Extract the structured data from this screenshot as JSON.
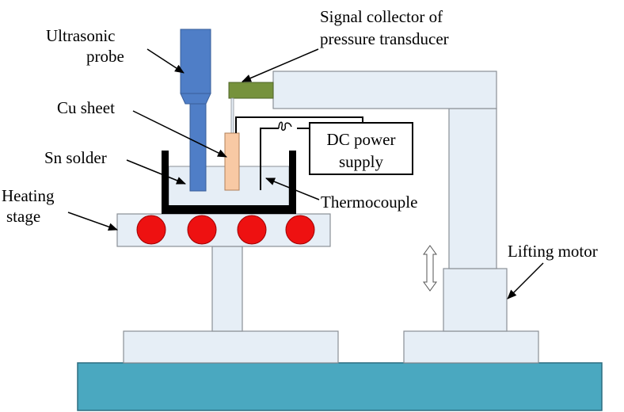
{
  "labels": {
    "ultrasonic_probe_line1": "Ultrasonic",
    "ultrasonic_probe_line2": "probe",
    "signal_collector_line1": "Signal collector of",
    "signal_collector_line2": "pressure transducer",
    "cu_sheet": "Cu sheet",
    "sn_solder": "Sn solder",
    "heating_stage_line1": "Heating",
    "heating_stage_line2": "stage",
    "dc_power_line1": "DC power",
    "dc_power_line2": "supply",
    "thermocouple": "Thermocouple",
    "lifting_motor": "Lifting motor"
  },
  "colors": {
    "stage_fill": "#e6eef6",
    "stage_stroke": "#8a8f96",
    "probe_fill": "#4f7ec7",
    "probe_stroke": "#3a5f9a",
    "cu_sheet_fill": "#f8c9a4",
    "sensor_fill": "#76923c",
    "heater_fill": "#ee1111",
    "base_fill": "#4aa8c0",
    "crucible": "#000000"
  }
}
